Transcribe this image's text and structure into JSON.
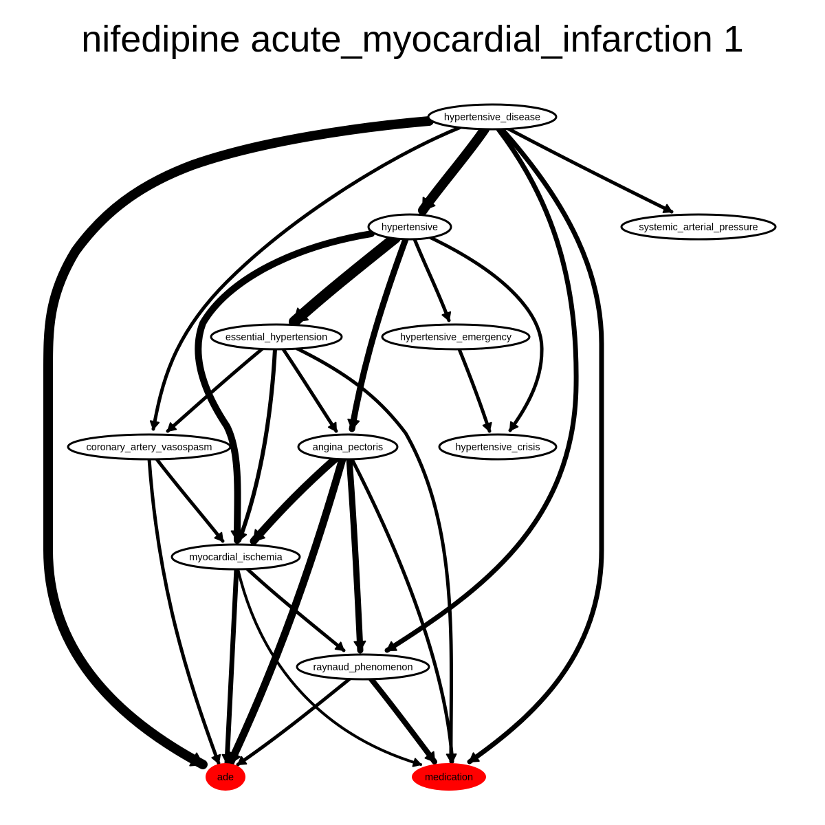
{
  "title": "nifedipine acute_myocardial_infarction 1",
  "colors": {
    "node_fill": "#ffffff",
    "highlight_fill": "#ff0000",
    "edge": "#000000"
  },
  "nodes": [
    {
      "id": "hypertensive_disease",
      "label": "hypertensive_disease",
      "highlight": false
    },
    {
      "id": "hypertensive",
      "label": "hypertensive",
      "highlight": false
    },
    {
      "id": "systemic_arterial_pressure",
      "label": "systemic_arterial_pressure",
      "highlight": false
    },
    {
      "id": "essential_hypertension",
      "label": "essential_hypertension",
      "highlight": false
    },
    {
      "id": "hypertensive_emergency",
      "label": "hypertensive_emergency",
      "highlight": false
    },
    {
      "id": "coronary_artery_vasospasm",
      "label": "coronary_artery_vasospasm",
      "highlight": false
    },
    {
      "id": "angina_pectoris",
      "label": "angina_pectoris",
      "highlight": false
    },
    {
      "id": "hypertensive_crisis",
      "label": "hypertensive_crisis",
      "highlight": false
    },
    {
      "id": "myocardial_ischemia",
      "label": "myocardial_ischemia",
      "highlight": false
    },
    {
      "id": "raynaud_phenomenon",
      "label": "raynaud_phenomenon",
      "highlight": false
    },
    {
      "id": "ade",
      "label": "ade",
      "highlight": true
    },
    {
      "id": "medication",
      "label": "medication",
      "highlight": true
    }
  ],
  "edges": [
    {
      "from": "hypertensive_disease",
      "to": "ade",
      "weight": 14
    },
    {
      "from": "hypertensive_disease",
      "to": "hypertensive",
      "weight": 14
    },
    {
      "from": "hypertensive_disease",
      "to": "coronary_artery_vasospasm",
      "weight": 5
    },
    {
      "from": "hypertensive_disease",
      "to": "systemic_arterial_pressure",
      "weight": 5
    },
    {
      "from": "hypertensive_disease",
      "to": "raynaud_phenomenon",
      "weight": 7
    },
    {
      "from": "hypertensive_disease",
      "to": "medication",
      "weight": 7
    },
    {
      "from": "hypertensive",
      "to": "essential_hypertension",
      "weight": 16
    },
    {
      "from": "hypertensive",
      "to": "myocardial_ischemia",
      "weight": 10
    },
    {
      "from": "hypertensive",
      "to": "angina_pectoris",
      "weight": 9
    },
    {
      "from": "hypertensive",
      "to": "hypertensive_emergency",
      "weight": 5
    },
    {
      "from": "hypertensive",
      "to": "hypertensive_crisis",
      "weight": 5
    },
    {
      "from": "essential_hypertension",
      "to": "coronary_artery_vasospasm",
      "weight": 5
    },
    {
      "from": "essential_hypertension",
      "to": "myocardial_ischemia",
      "weight": 6
    },
    {
      "from": "essential_hypertension",
      "to": "angina_pectoris",
      "weight": 5
    },
    {
      "from": "essential_hypertension",
      "to": "medication",
      "weight": 5
    },
    {
      "from": "hypertensive_emergency",
      "to": "hypertensive_crisis",
      "weight": 5
    },
    {
      "from": "coronary_artery_vasospasm",
      "to": "myocardial_ischemia",
      "weight": 5
    },
    {
      "from": "coronary_artery_vasospasm",
      "to": "ade",
      "weight": 5
    },
    {
      "from": "angina_pectoris",
      "to": "myocardial_ischemia",
      "weight": 11
    },
    {
      "from": "angina_pectoris",
      "to": "ade",
      "weight": 11
    },
    {
      "from": "angina_pectoris",
      "to": "raynaud_phenomenon",
      "weight": 9
    },
    {
      "from": "angina_pectoris",
      "to": "medication",
      "weight": 5
    },
    {
      "from": "myocardial_ischemia",
      "to": "ade",
      "weight": 7
    },
    {
      "from": "myocardial_ischemia",
      "to": "raynaud_phenomenon",
      "weight": 5
    },
    {
      "from": "myocardial_ischemia",
      "to": "medication",
      "weight": 4
    },
    {
      "from": "raynaud_phenomenon",
      "to": "ade",
      "weight": 5
    },
    {
      "from": "raynaud_phenomenon",
      "to": "medication",
      "weight": 8
    }
  ]
}
